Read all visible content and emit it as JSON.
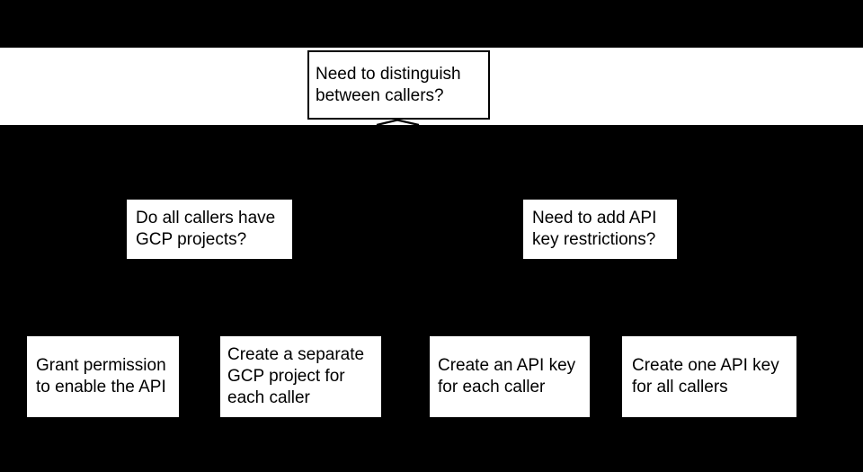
{
  "colors": {
    "background": "#000000",
    "band": "#ffffff",
    "node_fill": "#ffffff",
    "node_border": "#000000",
    "text": "#000000",
    "connector": "#000000"
  },
  "flowchart": {
    "root": {
      "label": "Need to distinguish\nbetween callers?"
    },
    "branches": [
      {
        "label": "Do all callers have\nGCP projects?"
      },
      {
        "label": "Need to add API\nkey restrictions?"
      }
    ],
    "outcomes": [
      {
        "label": "Grant permission\nto enable the API"
      },
      {
        "label": "Create a separate\nGCP project for\neach caller"
      },
      {
        "label": "Create an API key\nfor each caller"
      },
      {
        "label": "Create one API key\nfor all callers"
      }
    ]
  }
}
